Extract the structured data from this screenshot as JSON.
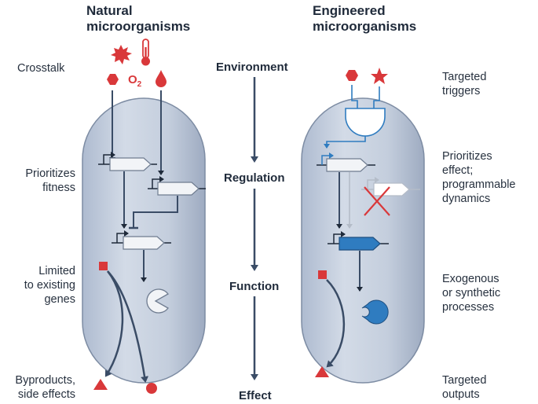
{
  "headers": {
    "natural": [
      "Natural",
      "microorganisms"
    ],
    "engineered": [
      "Engineered",
      "microorganisms"
    ]
  },
  "center_labels": {
    "environment": "Environment",
    "regulation": "Regulation",
    "function": "Function",
    "effect": "Effect"
  },
  "left_labels": {
    "crosstalk": [
      "Crosstalk"
    ],
    "fitness": [
      "Prioritizes",
      "fitness"
    ],
    "limited": [
      "Limited",
      "to existing",
      "genes"
    ],
    "byproducts": [
      "Byproducts,",
      "side effects"
    ]
  },
  "right_labels": {
    "triggers": [
      "Targeted",
      "triggers"
    ],
    "prioritizes": [
      "Prioritizes",
      "effect;",
      "programmable",
      "dynamics"
    ],
    "exogenous": [
      "Exogenous",
      "or synthetic",
      "processes"
    ],
    "outputs": [
      "Targeted",
      "outputs"
    ]
  },
  "environment_signals": {
    "oxygen": "O",
    "oxygen_subscript": "2"
  },
  "colors": {
    "cell_fill": "#c9d3e2",
    "cell_stroke": "#7d8ca3",
    "arrow": "#3a4c66",
    "red": "#d9383a",
    "blue": "#2f7cc0",
    "gray_gene": "#b4bcc8"
  }
}
